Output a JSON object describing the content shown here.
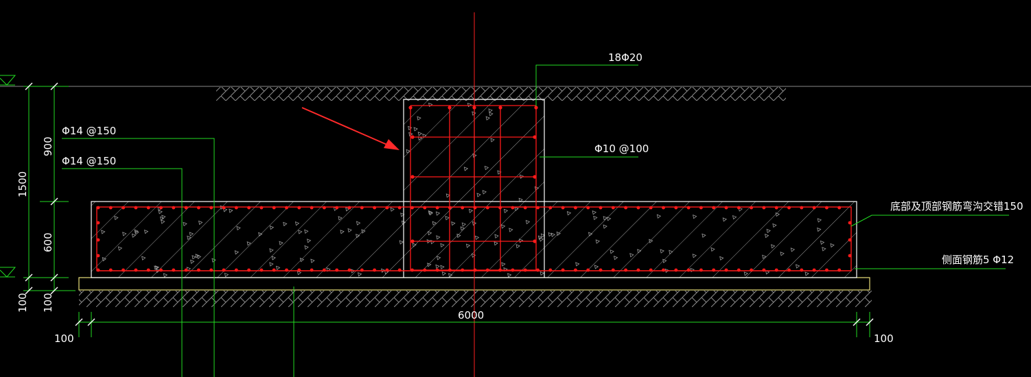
{
  "colors": {
    "background": "#000000",
    "outline": "#ffffff",
    "rebar": "#ff1a1a",
    "leader": "#22dd22",
    "cushion": "#e8e07a",
    "centerline": "#ff2020",
    "hatch": "#a0a0a0",
    "arrow": "#ff2a2a"
  },
  "icons": {
    "elevation_marker": "elevation-triangle-icon",
    "pointer_arrow": "red-arrow-icon"
  },
  "annotations": {
    "top_bar_1": "Φ14 @150",
    "top_bar_2": "Φ14 @150",
    "column_bars": "18Φ20",
    "stirrup": "Φ10 @100",
    "lap_note": "底部及顶部钢筋弯沟交错150",
    "side_bars": "侧面钢筋5 Φ12"
  },
  "dimensions": {
    "total_height": "1500",
    "column_height": "900",
    "footing_height": "600",
    "cushion_left_1": "100",
    "cushion_left_2": "100",
    "width": "6000",
    "offset_left": "100",
    "offset_right": "100"
  }
}
